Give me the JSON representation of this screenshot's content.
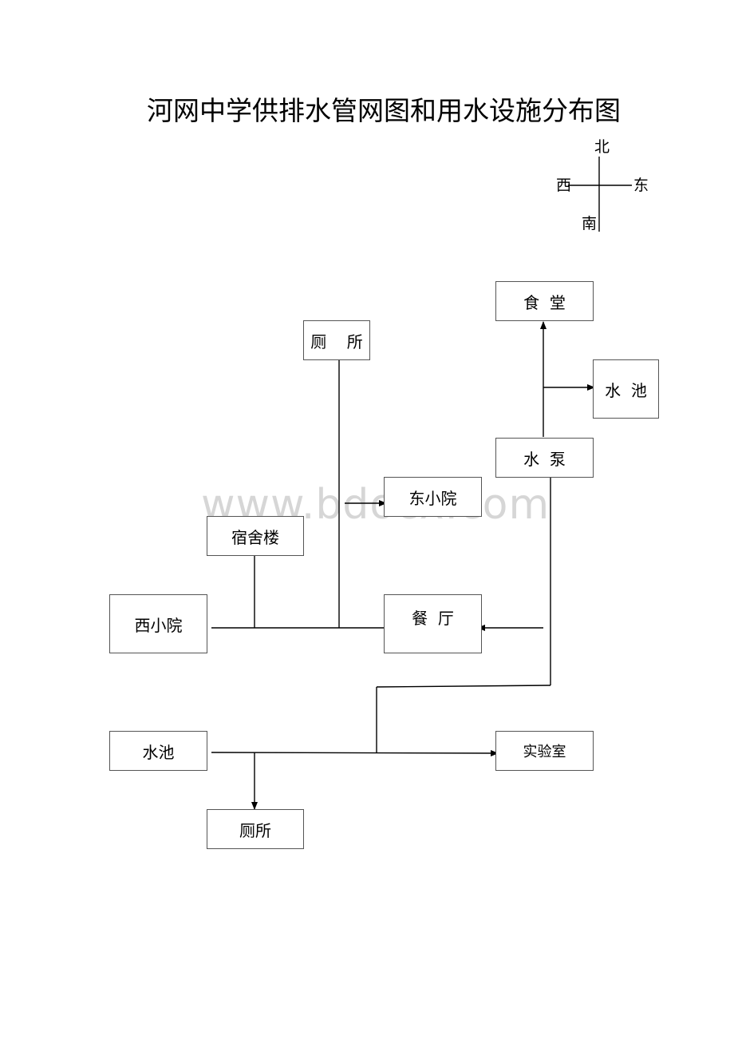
{
  "title": "河网中学供排水管网图和用水设施分布图",
  "compass": {
    "north": "北",
    "south": "南",
    "west": "西",
    "east": "东"
  },
  "watermark": "www.bdocx.com",
  "facilities": {
    "canteen": "食  堂",
    "pool_east": "水  池",
    "pump": "水  泵",
    "toilet_north": "厕    所",
    "east_courtyard": "东小院",
    "dormitory": "宿舍楼",
    "west_courtyard": "西小院",
    "dining_hall": "餐  厅",
    "pool_west": "水池",
    "laboratory": "实验室",
    "toilet_south": "厕所"
  }
}
